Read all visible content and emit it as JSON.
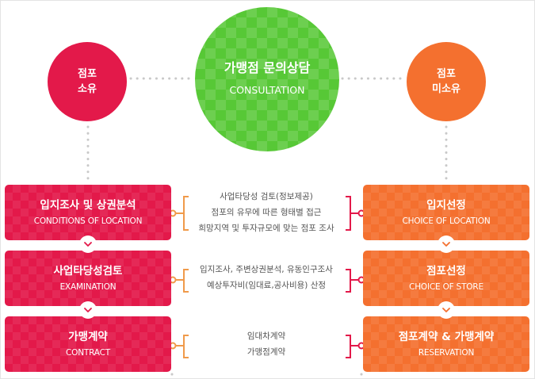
{
  "center": {
    "title": "가맹점 문의상담",
    "subtitle": "CONSULTATION",
    "color": "#57c836"
  },
  "left_circle": {
    "lines": [
      "점포",
      "소유"
    ],
    "color": "#e3194a"
  },
  "right_circle": {
    "lines": [
      "점포",
      "미소유"
    ],
    "color": "#f4702f"
  },
  "left_steps": [
    {
      "ko": "입지조사 및 상권분석",
      "en": "CONDITIONS OF LOCATION"
    },
    {
      "ko": "사업타당성검토",
      "en": "EXAMINATION"
    },
    {
      "ko": "가맹계약",
      "en": "CONTRACT"
    }
  ],
  "right_steps": [
    {
      "ko": "입지선정",
      "en": "CHOICE OF LOCATION"
    },
    {
      "ko": "점포선정",
      "en": "CHOICE OF STORE"
    },
    {
      "ko": "점포계약 & 가맹계약",
      "en": "RESERVATION"
    }
  ],
  "descriptions": [
    [
      "사업타당성 검토(정보제공)",
      "점포의 유무에 따른 형태별 접근",
      "희망지역 및 투자규모에 맞는 점포 조사"
    ],
    [
      "입지조사, 주변상권분석, 유동인구조사",
      "예상투자비(임대료,공사비용) 산정"
    ],
    [
      "임대차계약",
      "가맹점계약"
    ]
  ],
  "icons": {
    "step_arrow": "chevron-down-icon",
    "connector": "bracket-connector-icon"
  }
}
